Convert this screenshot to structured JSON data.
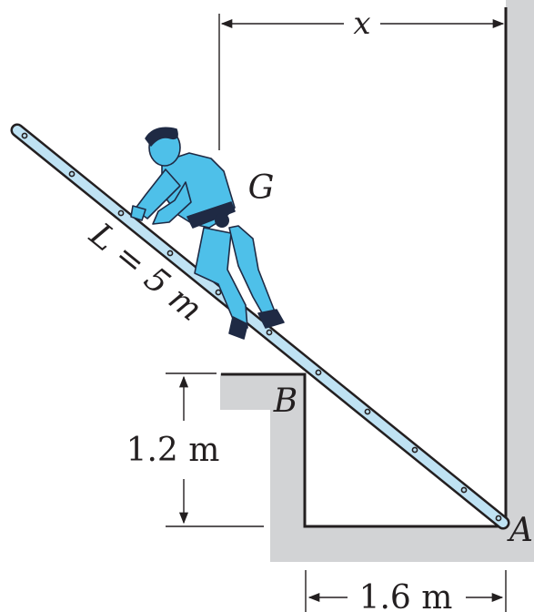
{
  "labels": {
    "x": "x",
    "G": "G",
    "length": "L = 5 m",
    "B": "B",
    "A": "A",
    "height": "1.2 m",
    "width": "1.6 m"
  },
  "colors": {
    "wall": "#d2d3d5",
    "ladder": "#bfe2f3",
    "person": "#4ec0e9",
    "person_dark": "#1f2a44",
    "ink": "#231f20"
  }
}
